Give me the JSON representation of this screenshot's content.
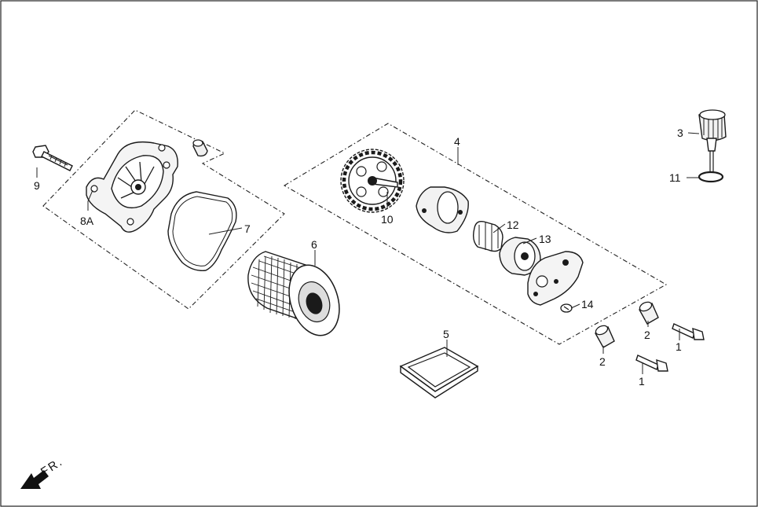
{
  "callouts": {
    "c9": "9",
    "c8a": "8A",
    "c7": "7",
    "c6": "6",
    "c10": "10",
    "c4": "4",
    "c12": "12",
    "c13": "13",
    "c14": "14",
    "c5": "5",
    "c3": "3",
    "c11": "11",
    "c2a": "2",
    "c2b": "2",
    "c1a": "1",
    "c1b": "1"
  },
  "direction_label": "FR."
}
